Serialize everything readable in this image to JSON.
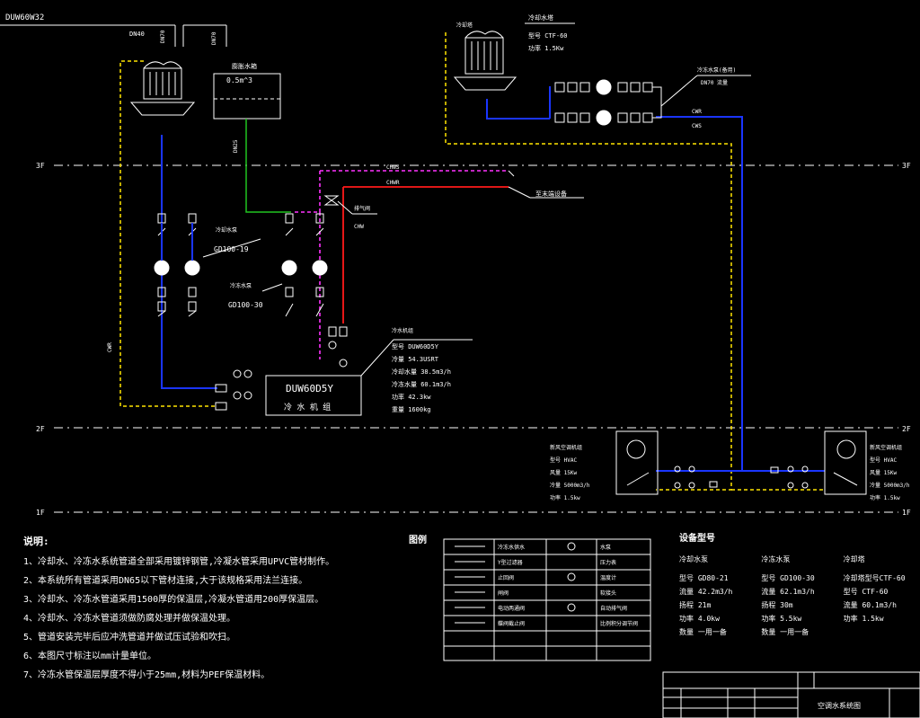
{
  "drawing": {
    "top_label": "DUW60W32",
    "floors": [
      "3F",
      "2F",
      "1F"
    ],
    "ct_left_pipe_labels": [
      "DN40",
      "DN70"
    ],
    "makeup_tank_label": "膨胀水箱",
    "makeup_tank_volume": "0.5m^3",
    "ct_right_tag": "冷却塔",
    "ct_right_name": "冷却水塔",
    "ct_right_model": "型号 CTF-60",
    "ct_right_power": "功率 1.5Kw",
    "pump_set_label": "冷冻水泵(备用)",
    "pump_set_flow": "DN70 流量",
    "cw_return": "CWR",
    "cw_supply": "CWS",
    "chw_supply_tag": "CHWS",
    "chw_return_tag": "CHWR",
    "to_terminals": "至末端设备",
    "vent_valve_label": "排气阀",
    "vent_valve_tag": "CHW",
    "pump_left_tag": "冷却水泵",
    "pump_left_model": "GD100-19",
    "pump_right_tag": "冷冻水泵",
    "pump_right_model": "GD100-30",
    "chiller_model": "DUW60D5Y",
    "chiller_name": "冷 水 机 组",
    "chiller_spec_title": "冷水机组",
    "chiller_specs": [
      "型号 DUW60D5Y",
      "冷量 54.3USRT",
      "冷却水量 38.5m3/h",
      "冷冻水量 60.1m3/h",
      "功率 42.3kw",
      "重量 1600kg"
    ],
    "vertical_pipe_label": "CWR",
    "ahu_left_specs": [
      "新风空调机组",
      "型号  HVAC",
      "风量  15Kw",
      "冷量  5000m3/h",
      "功率  1.5kw"
    ],
    "ahu_right_specs": [
      "新风空调机组",
      "型号  HVAC",
      "风量  15Kw",
      "冷量  5000m3/h",
      "功率  1.5kw"
    ]
  },
  "notes": {
    "title": "说明:",
    "lines": [
      "1、冷却水、冷冻水系统管道全部采用镀锌钢管,冷凝水管采用UPVC管材制作。",
      "2、本系统所有管道采用DN65以下管材连接,大于该规格采用法兰连接。",
      "3、冷却水、冷冻水管道采用1500厚的保温层,冷凝水管道用200厚保温层。",
      "4、冷却水、冷冻水管道须做防腐处理并做保温处理。",
      "5、管道安装完毕后应冲洗管道并做试压试验和吹扫。",
      "6、本图尺寸标注以mm计量单位。",
      "7、冷冻水管保温层厚度不得小于25mm,材料为PEF保温材料。"
    ]
  },
  "legend": {
    "title": "图例",
    "rows": [
      [
        "冷冻水供水",
        "水泵"
      ],
      [
        "Y型过滤器",
        "压力表"
      ],
      [
        "止回阀",
        "温度计"
      ],
      [
        "闸阀",
        "软接头"
      ],
      [
        "电动两通阀",
        "自动排气阀"
      ],
      [
        "蝶阀截止阀",
        "比例积分调节阀"
      ]
    ]
  },
  "equipment": {
    "title": "设备型号",
    "cols": [
      {
        "head": "冷却水泵",
        "lines": [
          "型号 GD80-21",
          "流量 42.2m3/h",
          "扬程 21m",
          "功率 4.0kw",
          "数量 一用一备"
        ]
      },
      {
        "head": "冷冻水泵",
        "lines": [
          "型号 GD100-30",
          "流量 62.1m3/h",
          "扬程 30m",
          "功率 5.5kw",
          "数量 一用一备"
        ]
      },
      {
        "head": "冷却塔",
        "lines": [
          "冷却塔型号CTF-60",
          "型号 CTF-60",
          "流量 60.1m3/h",
          "功率 1.5kw"
        ]
      }
    ]
  },
  "title_block": {
    "drawing_title": "空调水系统图"
  }
}
